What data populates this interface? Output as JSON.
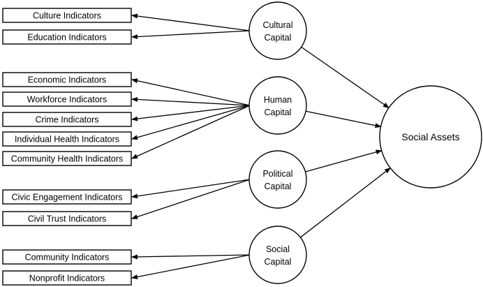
{
  "diagram": {
    "root": {
      "label": "Social Assets"
    },
    "capitals": [
      {
        "id": "cultural",
        "label_line1": "Cultural",
        "label_line2": "Capital",
        "indicators": [
          "Culture Indicators",
          "Education Indicators"
        ]
      },
      {
        "id": "human",
        "label_line1": "Human",
        "label_line2": "Capital",
        "indicators": [
          "Economic Indicators",
          "Workforce Indicators",
          "Crime Indicators",
          "Individual Health Indicators",
          "Community Health Indicators"
        ]
      },
      {
        "id": "political",
        "label_line1": "Political",
        "label_line2": "Capital",
        "indicators": [
          "Civic Engagement Indicators",
          "Civil Trust Indicators"
        ]
      },
      {
        "id": "social",
        "label_line1": "Social",
        "label_line2": "Capital",
        "indicators": [
          "Community Indicators",
          "Nonprofit Indicators"
        ]
      }
    ]
  }
}
